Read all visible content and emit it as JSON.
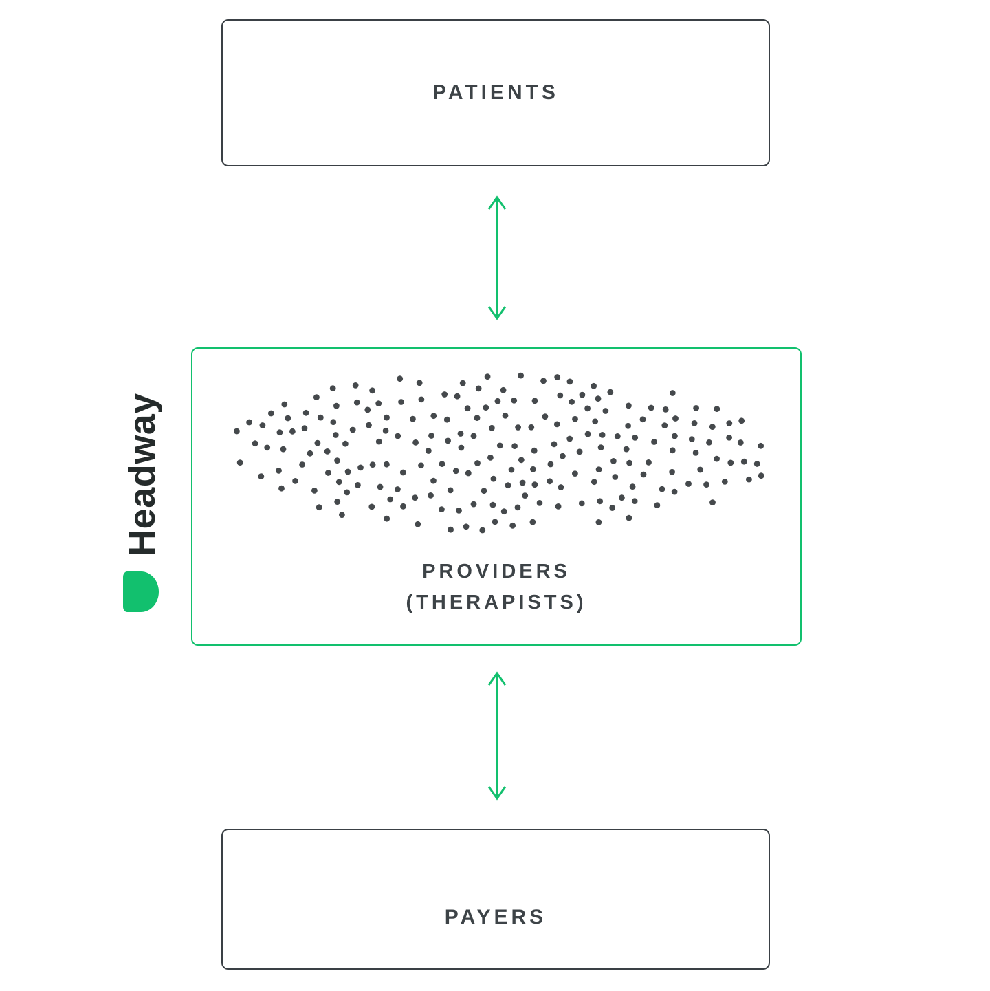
{
  "diagram": {
    "boxes": {
      "patients": {
        "label": "PATIENTS"
      },
      "providers": {
        "label_line1": "PROVIDERS",
        "label_line2": "(THERAPISTS)"
      },
      "payers": {
        "label": "PAYERS"
      }
    },
    "logo": {
      "text": "Headway"
    },
    "dots": {
      "count": 210
    },
    "colors": {
      "accent_green": "#12c06e",
      "dot": "#45494c",
      "box_border": "#3a4045",
      "text": "#3d4347",
      "logo_text": "#252b2b"
    }
  }
}
